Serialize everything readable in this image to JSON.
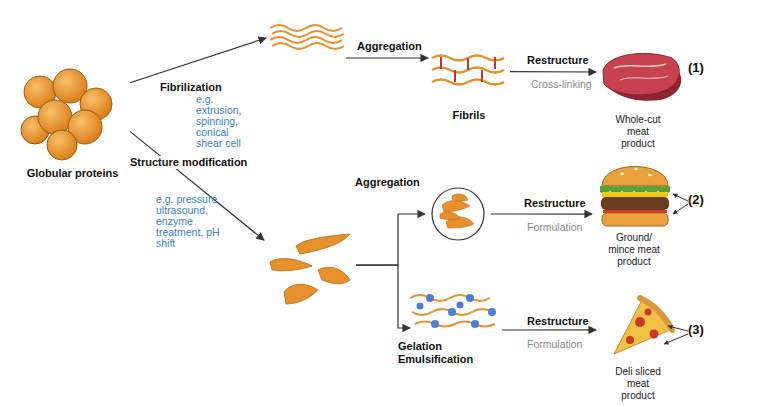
{
  "diagram": {
    "nodes": [
      {
        "text": [
          "Globular proteins"
        ]
      },
      {
        "text": []
      },
      {
        "text": [
          "Fibrils"
        ]
      },
      {
        "text": [
          "Whole-cut meat product"
        ]
      },
      {
        "text": []
      },
      {
        "text": [
          "Aggregation"
        ]
      },
      {
        "text": [
          "Ground/ mince meat product"
        ]
      },
      {
        "text": [
          "Gelation Emulsification"
        ]
      },
      {
        "text": [
          "Deli sliced meat product"
        ]
      }
    ],
    "edges": [
      {
        "from": 0,
        "to": 1,
        "label": "Fibrilization",
        "arrow": "to"
      },
      {
        "from": 1,
        "to": 2,
        "label": "Aggregation",
        "arrow": "to"
      },
      {
        "from": 2,
        "to": 3,
        "label": "Restructure",
        "arrow": "to"
      },
      {
        "from": 0,
        "to": 4,
        "label": "Structure modification",
        "arrow": "to"
      },
      {
        "from": 4,
        "to": 5,
        "arrow": "to"
      },
      {
        "from": 4,
        "to": 7,
        "arrow": "to"
      },
      {
        "from": 5,
        "to": 6,
        "label": "Restructure",
        "arrow": "to"
      },
      {
        "from": 7,
        "to": 8,
        "label": "Restructure",
        "arrow": "to"
      }
    ],
    "labels": [
      "e.g. extrusion, spinning, conical shear cell",
      "Cross-linking",
      "(1)",
      "e.g. pressure, ultrasound, enzyme treatment, pH shift",
      "Formulation",
      "(2)",
      "Formulation",
      "(3)"
    ]
  }
}
